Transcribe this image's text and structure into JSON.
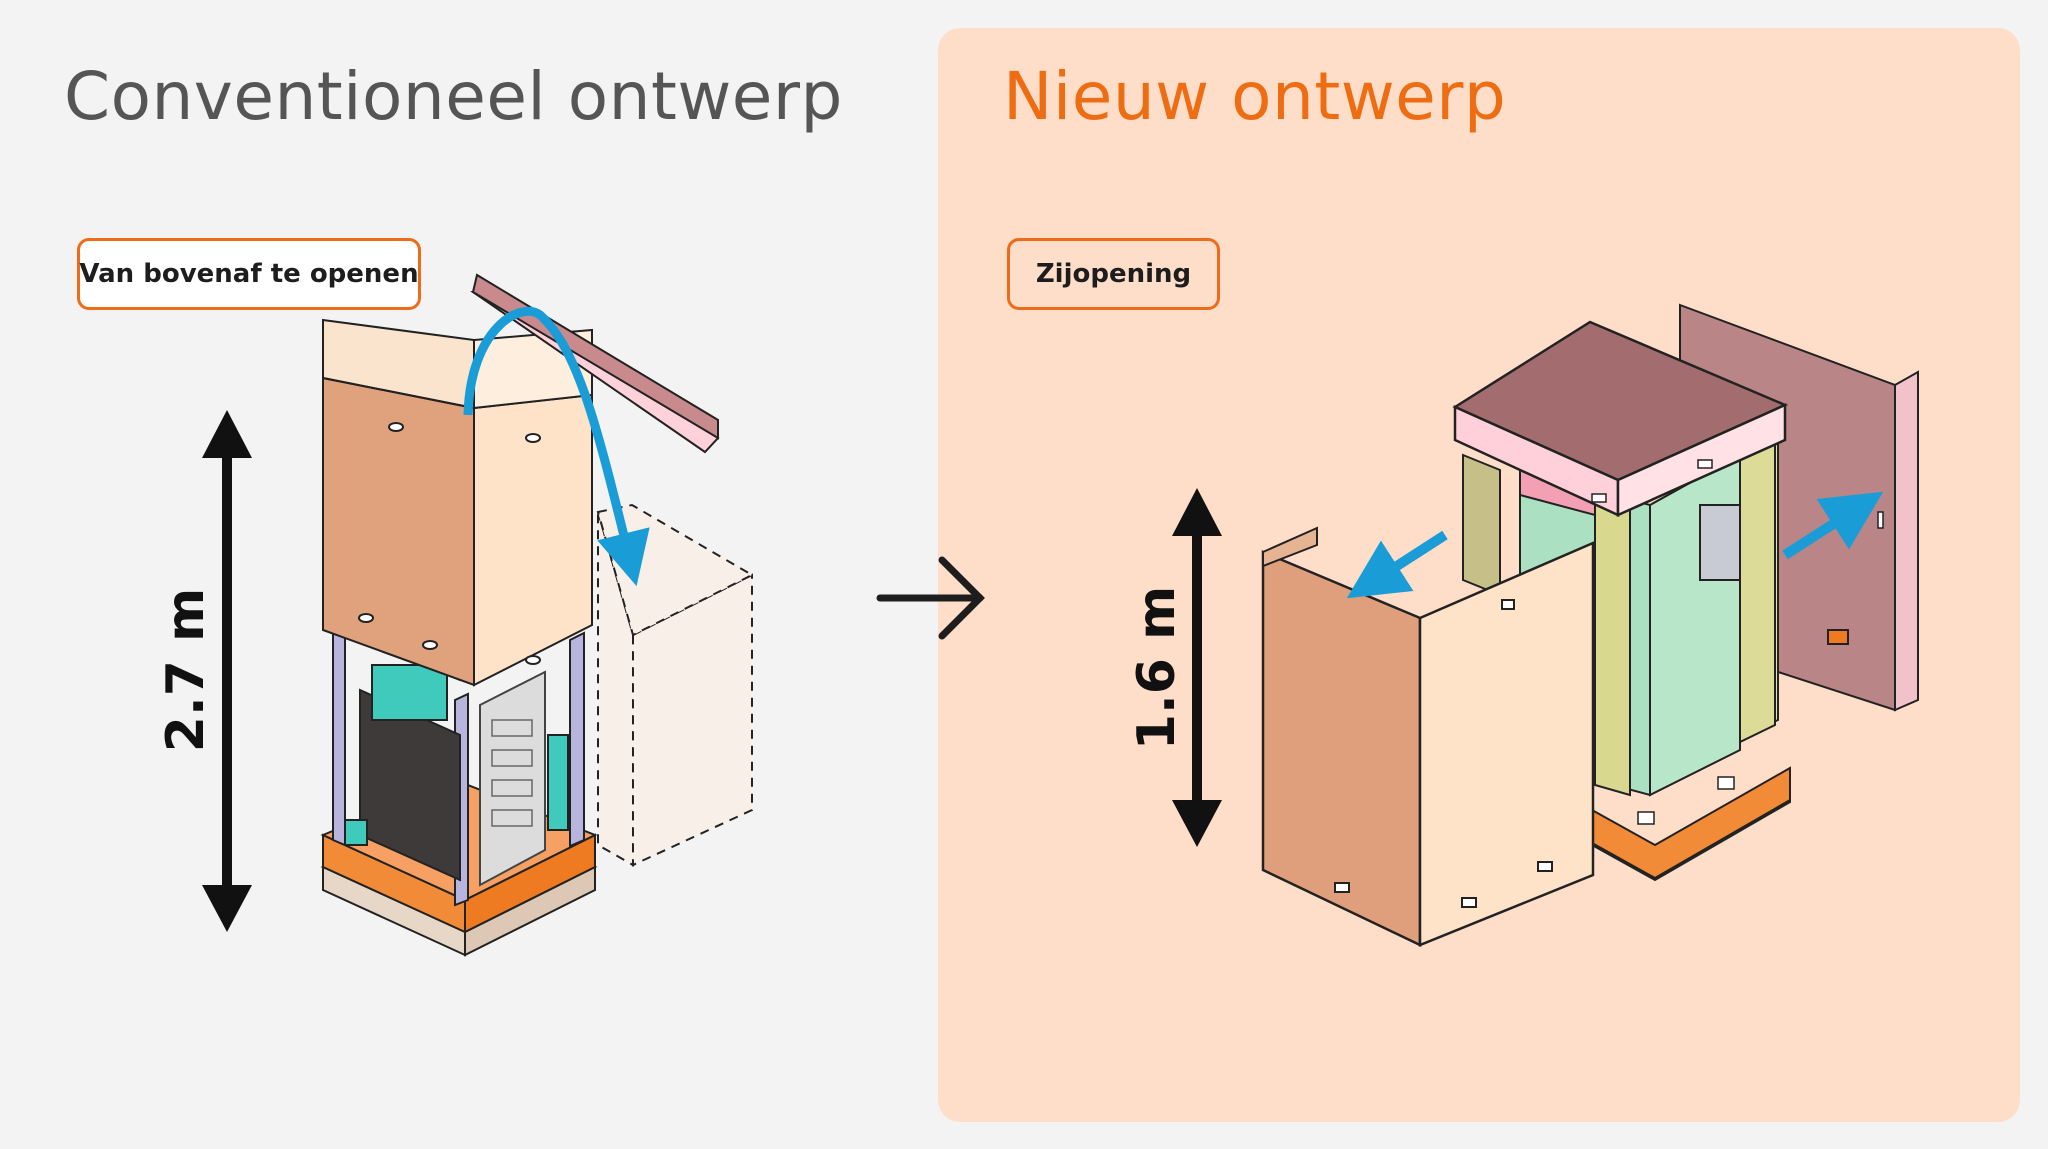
{
  "colors": {
    "background": "#f3f3f3",
    "new_panel": "#ffdec9",
    "accent_orange": "#ef6d12",
    "arrow_blue": "#1a9dd6",
    "title_gray": "#555555"
  },
  "left": {
    "title": "Conventioneel ontwerp",
    "tag": "Van bovenaf te openen",
    "dimension": "2.7 m"
  },
  "right": {
    "title": "Nieuw ontwerp",
    "tag": "Zijopening",
    "dimension": "1.6 m"
  },
  "icons": {
    "transition": "arrow-right-icon",
    "height": "double-arrow-vertical-icon",
    "lift": "curved-arrow-icon",
    "open_side": "blue-arrow-icon"
  }
}
